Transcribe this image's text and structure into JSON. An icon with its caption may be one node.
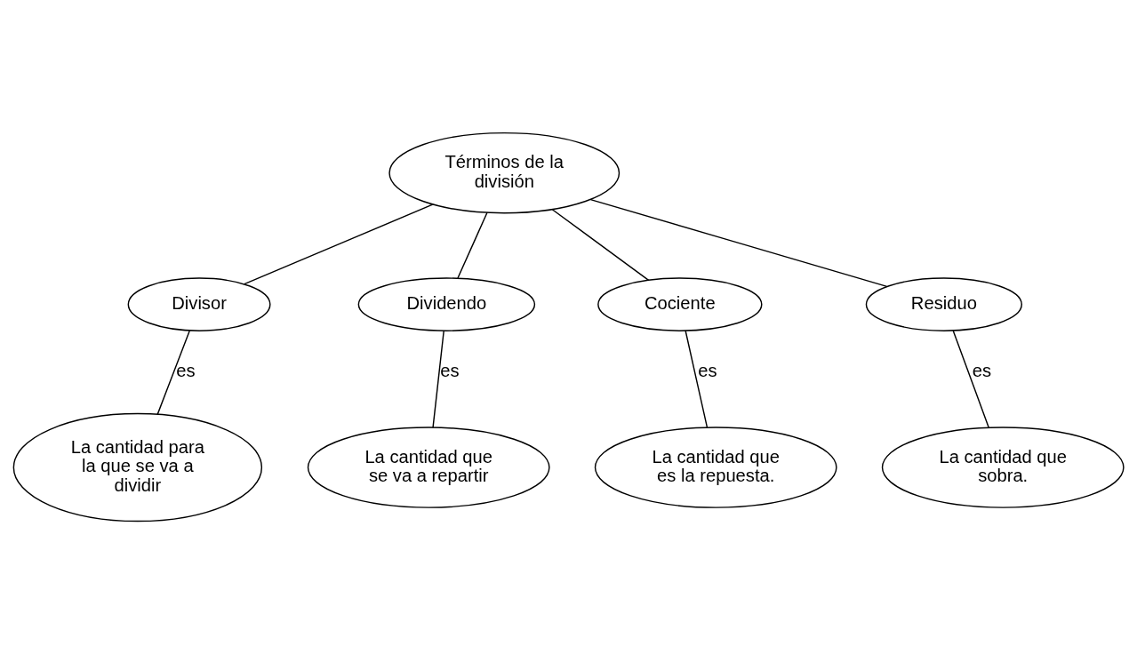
{
  "diagram": {
    "nodes": [
      {
        "text": [
          "Términos de la división"
        ]
      },
      {
        "text": [
          "Divisor"
        ]
      },
      {
        "text": [
          "Dividendo"
        ]
      },
      {
        "text": [
          "Cociente"
        ]
      },
      {
        "text": [
          "Residuo"
        ]
      },
      {
        "text": [
          "La cantidad para la que se va a dividir"
        ]
      },
      {
        "text": [
          "La cantidad que se va a repartir"
        ]
      },
      {
        "text": [
          "La cantidad que es la repuesta."
        ]
      },
      {
        "text": [
          "La cantidad que sobra."
        ]
      }
    ],
    "edges": [
      {
        "from": 0,
        "to": 1,
        "arrow": "none"
      },
      {
        "from": 0,
        "to": 2,
        "arrow": "none"
      },
      {
        "from": 0,
        "to": 3,
        "arrow": "none"
      },
      {
        "from": 0,
        "to": 4,
        "arrow": "none"
      },
      {
        "from": 1,
        "to": 5,
        "arrow": "none",
        "label": "es"
      },
      {
        "from": 2,
        "to": 6,
        "arrow": "none",
        "label": "es"
      },
      {
        "from": 3,
        "to": 7,
        "arrow": "none",
        "label": "es"
      },
      {
        "from": 4,
        "to": 8,
        "arrow": "none",
        "label": "es"
      }
    ]
  }
}
